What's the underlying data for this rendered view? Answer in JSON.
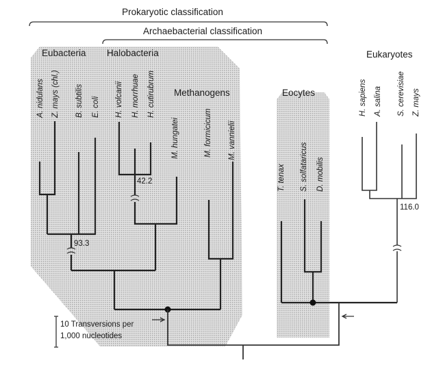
{
  "headers": {
    "prokaryotic": "Prokaryotic classification",
    "archaebacterial": "Archaebacterial classification"
  },
  "groups": {
    "eubacteria": "Eubacteria",
    "halobacteria": "Halobacteria",
    "methanogens": "Methanogens",
    "eocytes": "Eocytes",
    "eukaryotes": "Eukaryotes"
  },
  "species": {
    "a_nidulans": "A. nidulans",
    "z_mays_chl": "Z. mays (chl.)",
    "b_subtilis": "B. subtilis",
    "e_coli": "E. coli",
    "h_volcanii": "H. volcanii",
    "h_morrhuae": "H. morrhuae",
    "h_cutirubrum": "H. cutirubrum",
    "m_hungatei": "M. hungatei",
    "m_formicicum": "M. formicicum",
    "m_vannielii": "M. vannielii",
    "t_tenax": "T. tenax",
    "s_solfataricus": "S. solfataricus",
    "d_mobilis": "D. mobilis",
    "h_sapiens": "H. sapiens",
    "a_salina": "A. salina",
    "s_cerevisiae": "S. cerevisiae",
    "z_mays": "Z. mays"
  },
  "branch_lengths": {
    "eubacteria": "93.3",
    "halobacteria": "42.2",
    "eukaryotes": "116.0"
  },
  "scale_bar": {
    "line1": "10 Transversions per",
    "line2": "1,000 nucleotides"
  },
  "colors": {
    "shading": "#cdcdcd",
    "lines": "#222222"
  }
}
